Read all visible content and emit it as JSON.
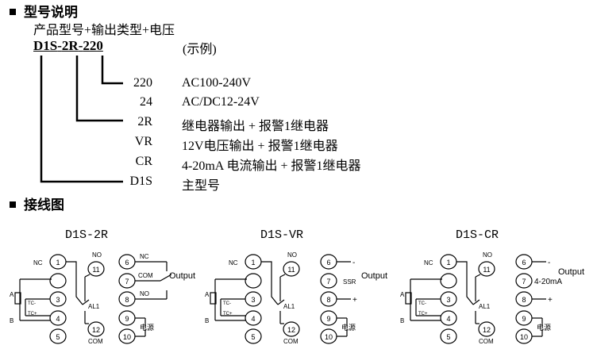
{
  "sections": {
    "model_heading": "型号说明",
    "model_subtitle": "产品型号+输出类型+电压",
    "model_example": {
      "part1": "D1S",
      "sep1": "-",
      "part2": "2R",
      "sep2": "-",
      "part3": "220",
      "note": "(示例)"
    },
    "codes": [
      {
        "code": "220",
        "desc": "AC100-240V"
      },
      {
        "code": "24",
        "desc": "AC/DC12-24V"
      },
      {
        "code": "2R",
        "desc": "继电器输出 + 报警1继电器"
      },
      {
        "code": "VR",
        "desc": "12V电压输出 + 报警1继电器"
      },
      {
        "code": "CR",
        "desc": "4-20mA 电流输出 + 报警1继电器"
      },
      {
        "code": "D1S",
        "desc": "主型号"
      }
    ],
    "wiring_heading": "接线图"
  },
  "diagrams": [
    {
      "title": "D1S-2R",
      "left": {
        "nc": "NC",
        "no": "NO",
        "t1": "1",
        "t3": "3",
        "t4": "4",
        "t5": "5",
        "t11": "11",
        "t12": "12",
        "a": "A",
        "b": "B",
        "tc_minus": "TC-",
        "tc_plus": "TC+",
        "al": "AL1",
        "com": "COM"
      },
      "right": {
        "t6": "6",
        "t7": "7",
        "t8": "8",
        "t9": "9",
        "t10": "10",
        "nc": "NC",
        "com": "COM",
        "no": "NO",
        "output": "Output",
        "power": "电源"
      }
    },
    {
      "title": "D1S-VR",
      "left": {
        "nc": "NC",
        "no": "NO",
        "t1": "1",
        "t3": "3",
        "t4": "4",
        "t5": "5",
        "t11": "11",
        "t12": "12",
        "a": "A",
        "b": "B",
        "tc_minus": "TC-",
        "tc_plus": "TC+",
        "al": "AL1",
        "com": "COM"
      },
      "right": {
        "t6": "6",
        "t7": "7",
        "t8": "8",
        "t9": "9",
        "t10": "10",
        "minus": "-",
        "ssr": "SSR",
        "plus": "+",
        "output": "Output",
        "power": "电源"
      }
    },
    {
      "title": "D1S-CR",
      "left": {
        "nc": "NC",
        "no": "NO",
        "t1": "1",
        "t3": "3",
        "t4": "4",
        "t5": "5",
        "t11": "11",
        "t12": "12",
        "a": "A",
        "b": "B",
        "tc_minus": "TC-",
        "tc_plus": "TC+",
        "al": "AL1",
        "com": "COM"
      },
      "right": {
        "t6": "6",
        "t7": "7",
        "t8": "8",
        "t9": "9",
        "t10": "10",
        "minus": "-",
        "ma": "4-20mA",
        "plus": "+",
        "output": "Output",
        "power": "电源"
      }
    }
  ]
}
